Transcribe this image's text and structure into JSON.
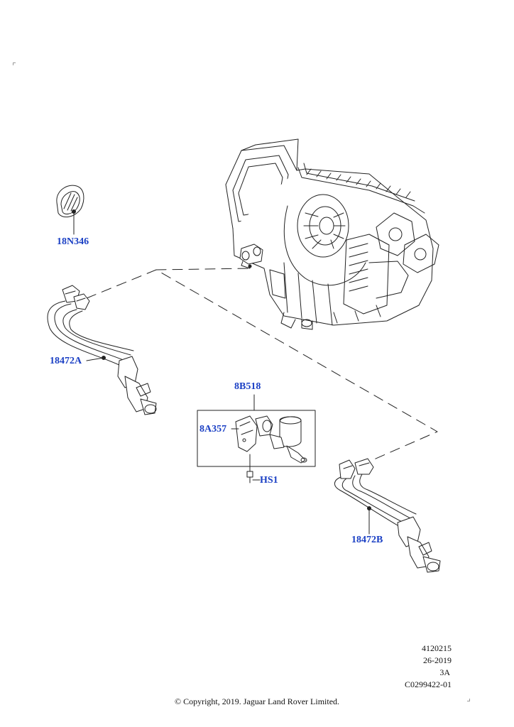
{
  "callouts": {
    "grommet": "18N346",
    "hose_a": "18472A",
    "hose_b": "18472B",
    "pump_assembly": "8B518",
    "bracket": "8A357",
    "bolt": "HS1"
  },
  "meta": {
    "line1": "4120215",
    "line2": "26-2019",
    "line3": "3A",
    "line4": "C0299422-01"
  },
  "copyright": "© Copyright, 2019. Jaguar Land Rover Limited.",
  "colors": {
    "callout": "#1a3fc4",
    "line": "#222222"
  }
}
